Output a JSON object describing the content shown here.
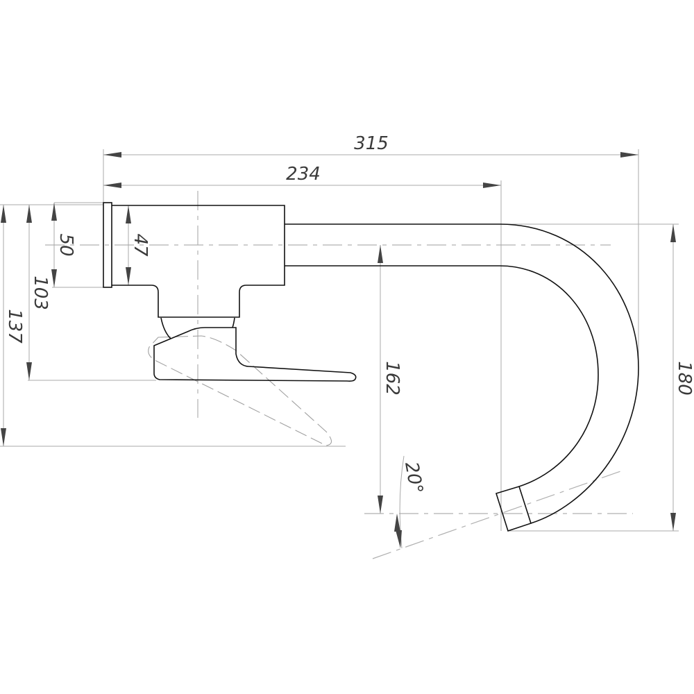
{
  "drawing": {
    "title": "Faucet side view dimensions",
    "dimensions": {
      "overall_length": "315",
      "pipe_length": "234",
      "total_height": "137",
      "handle_height": "103",
      "plate_height": "50",
      "body_height": "47",
      "spout_drop": "162",
      "spout_height": "180",
      "spout_angle": "20°"
    },
    "units": "mm"
  }
}
